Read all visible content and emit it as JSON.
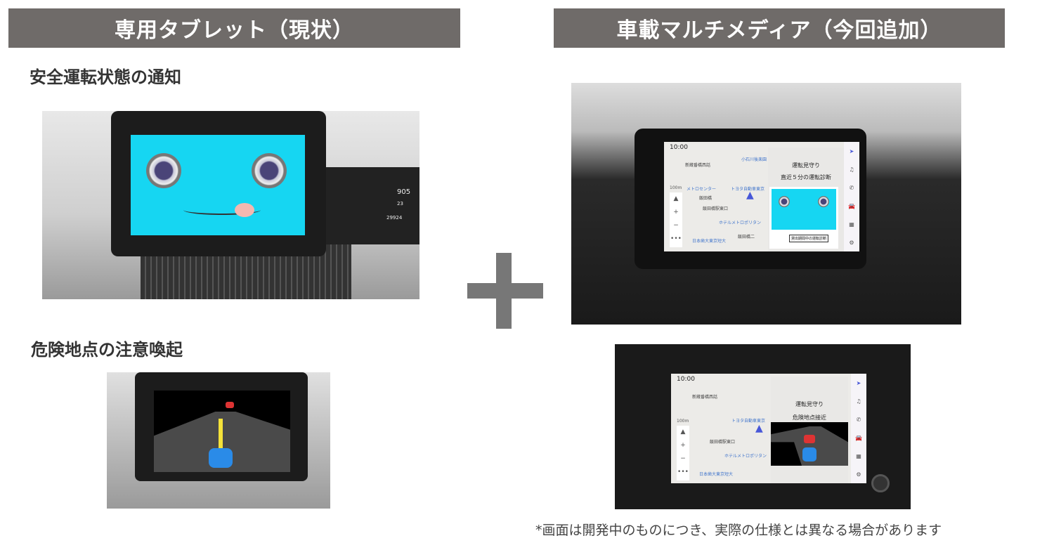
{
  "left_header": "専用タブレット（現状）",
  "right_header": "車載マルチメディア（今回追加）",
  "left_sections": [
    {
      "title": "安全運転状態の通知"
    },
    {
      "title": "危険地点の注意喚起"
    }
  ],
  "tablet": {
    "speed": "905",
    "temp": "23",
    "odo": "29924"
  },
  "multimedia": {
    "time": "10:00",
    "scale": "100m",
    "map_labels": [
      "新蔵番橋西話",
      "トヨタ自動車東京",
      "飯田橋駅東口",
      "飯田橋",
      "ホテルメトロポリタン",
      "日本歯大東京短大",
      "飯田橋二",
      "メトロセンター",
      "小石川後楽園"
    ],
    "zoom_in": "+",
    "zoom_out": "−",
    "more": "•••",
    "panel_title": "運転見守り",
    "screen1": {
      "panel_subtitle": "直近５分の運転診断",
      "button": "貸出期間中の運転診断"
    },
    "screen2": {
      "panel_subtitle": "危険地点接近"
    },
    "sidebar_icons": [
      "navigation-icon",
      "music-icon",
      "phone-icon",
      "car-icon",
      "apps-icon",
      "settings-icon"
    ]
  },
  "footnote": "*画面は開発中のものにつき、実際の仕様とは異なる場合があります",
  "colors": {
    "header_bg": "#6f6b69",
    "face_screen": "#16d6f2",
    "plus": "#777777"
  }
}
